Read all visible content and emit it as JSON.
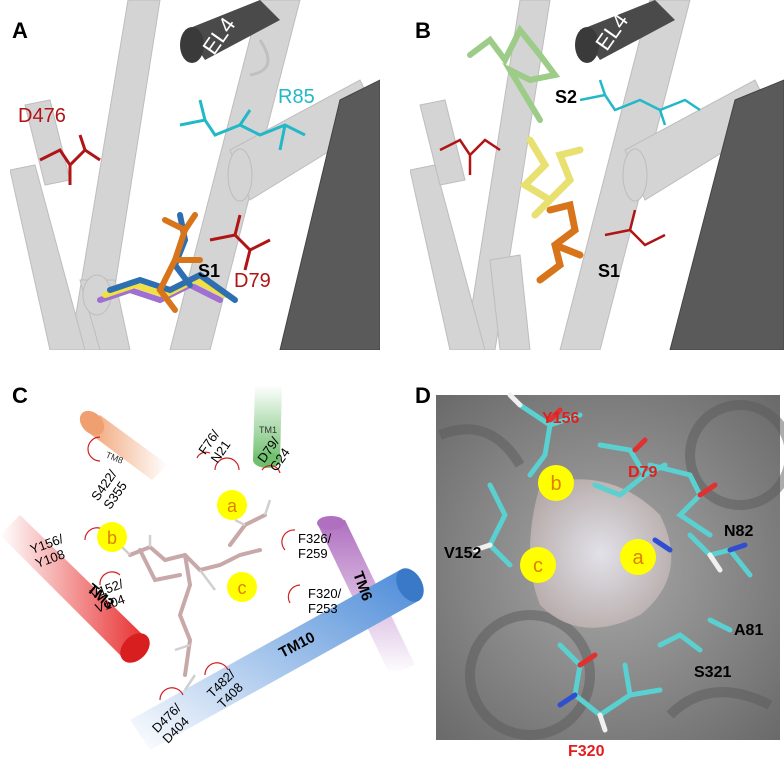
{
  "figure": {
    "panel_letters": [
      "A",
      "B",
      "C",
      "D"
    ],
    "panel_a": {
      "labels": {
        "el4": "EL4",
        "d476": "D476",
        "r85": "R85",
        "s1": "S1",
        "d79": "D79"
      },
      "colors": {
        "helix": "#d4d4d4",
        "helix_dark": "#5a5a5a",
        "red": "#b01414",
        "cyan": "#22b8c8",
        "orange": "#d8741a",
        "blue": "#2d6fb0",
        "yellow": "#f0e040",
        "purple": "#a070d0"
      }
    },
    "panel_b": {
      "labels": {
        "el4": "EL4",
        "s2": "S2",
        "s1": "S1"
      },
      "colors": {
        "green": "#9ccc88",
        "yellow": "#e8e070",
        "orange": "#d8741a"
      }
    },
    "panel_c": {
      "helices": {
        "tm8": "TM8",
        "tm1": "TM1",
        "tm3": "TM3",
        "tm6": "TM6",
        "tm10": "TM10"
      },
      "residues": {
        "f76_n21": "F76/\nN21",
        "d79_g24": "D79/\nG24",
        "s422_s355": "S422/\nS355",
        "y156_y108": "Y156/\nY108",
        "v152_v104": "V152/\nV104",
        "f326_f259": "F326/\nF259",
        "f320_f253": "F320/\nF253",
        "d476_d404": "D476/\nD404",
        "t482_t408": "T482/\nT408"
      },
      "sites": {
        "a": "a",
        "b": "b",
        "c": "c"
      },
      "colors": {
        "tm8": "#f0a070",
        "tm1": "#70c070",
        "tm3": "#e83030",
        "tm6": "#b070c0",
        "tm10": "#4a8ad8",
        "site": "#ffff00",
        "site_text": "#e08000"
      }
    },
    "panel_d": {
      "residues_red": {
        "y156": "Y156",
        "d79": "D79",
        "f320": "F320"
      },
      "residues_black": {
        "v152": "V152",
        "n82": "N82",
        "a81": "A81",
        "s321": "S321"
      },
      "sites": {
        "a": "a",
        "b": "b",
        "c": "c"
      }
    }
  }
}
